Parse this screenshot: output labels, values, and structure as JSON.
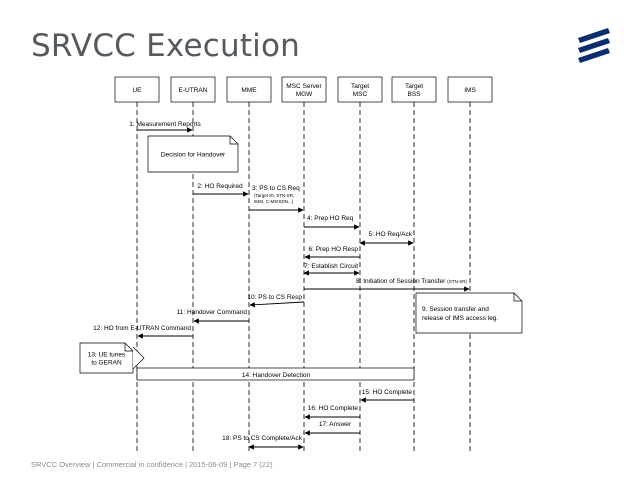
{
  "title": "SRVCC Execution",
  "footer": "SRVCC Overview  |  Commercial in confidence  |  2015-06-09  |  Page 7 (22)",
  "logo": {
    "icon": "ericsson-logo",
    "color": "#0a2d6e"
  },
  "entities": [
    {
      "id": "ue",
      "lines": [
        "UE"
      ]
    },
    {
      "id": "eutran",
      "lines": [
        "E-UTRAN"
      ]
    },
    {
      "id": "mme",
      "lines": [
        "MME"
      ]
    },
    {
      "id": "msc",
      "lines": [
        "MSC Server",
        "MGW"
      ]
    },
    {
      "id": "tmsc",
      "lines": [
        "Target",
        "MSC"
      ]
    },
    {
      "id": "tbss",
      "lines": [
        "Target",
        "BSS"
      ]
    },
    {
      "id": "ims",
      "lines": [
        "IMS"
      ]
    }
  ],
  "notes": [
    {
      "id": "decision",
      "lines": [
        "Decision for Handover"
      ]
    },
    {
      "id": "session-transfer",
      "lines": [
        "9. Session transfer and",
        "release of IMS access leg."
      ]
    },
    {
      "id": "ue-tunes",
      "lines": [
        "13: UE tunes",
        "to GERAN"
      ]
    }
  ],
  "messages": [
    {
      "id": "m1",
      "label": "1: Measurement Reports",
      "from": "ue",
      "to": "eutran"
    },
    {
      "id": "m2",
      "label": "2: HO Required",
      "from": "eutran",
      "to": "mme"
    },
    {
      "id": "m3",
      "label": "3: PS to CS Req",
      "sublines": [
        "(Target ID, STN-SR,",
        "IMSI, C-MSISDN...)"
      ],
      "from": "mme",
      "to": "msc"
    },
    {
      "id": "m4",
      "label": "4: Prep HO Req",
      "from": "msc",
      "to": "tmsc"
    },
    {
      "id": "m5",
      "label": "5: HO Req/Ack",
      "from": "tmsc",
      "to": "tbss",
      "bidir": true
    },
    {
      "id": "m6",
      "label": "6: Prep HO Resp",
      "from": "tmsc",
      "to": "msc"
    },
    {
      "id": "m7",
      "label": "7: Establish Circuit",
      "from": "msc",
      "to": "tmsc",
      "bidir": true
    },
    {
      "id": "m8",
      "label": "8: Initiation of Session Transfer",
      "label_suffix": "(STN-SR)",
      "from": "msc",
      "to": "ims"
    },
    {
      "id": "m10",
      "label": "10: PS to CS Resp",
      "from": "msc",
      "to": "mme"
    },
    {
      "id": "m11",
      "label": "11: Handover Command",
      "from": "mme",
      "to": "eutran"
    },
    {
      "id": "m12",
      "label": "12: HO from E-UTRAN Command",
      "from": "eutran",
      "to": "ue"
    },
    {
      "id": "m14",
      "label": "14: Handover Detection",
      "from": "tbss",
      "to": "ue",
      "is_bar": true
    },
    {
      "id": "m15",
      "label": "15: HO Complete",
      "from": "tbss",
      "to": "tmsc"
    },
    {
      "id": "m16",
      "label": "16: HO Complete",
      "from": "tmsc",
      "to": "msc"
    },
    {
      "id": "m17",
      "label": "17: Answer",
      "from": "tmsc",
      "to": "msc"
    },
    {
      "id": "m18",
      "label": "18: PS to CS Complete/Ack",
      "from": "mme",
      "to": "msc",
      "bidir": true
    }
  ]
}
